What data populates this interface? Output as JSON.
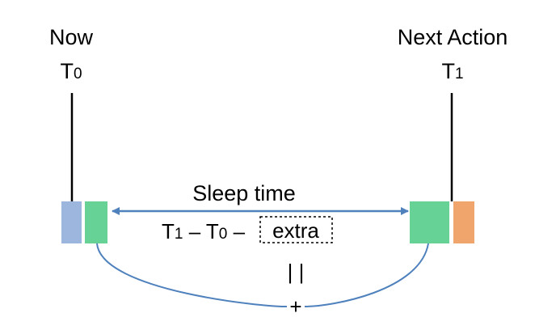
{
  "diagram": {
    "now_label": "Now",
    "now_time": "T",
    "now_time_sub": "0",
    "next_label": "Next Action",
    "next_time": "T",
    "next_time_sub": "1",
    "sleep_label": "Sleep time",
    "formula": {
      "t1": "T",
      "t1_sub": "1",
      "minus1": " – ",
      "t0": "T",
      "t0_sub": "0",
      "minus2": " –",
      "extra": "extra"
    },
    "equals_sign": "| |",
    "plus_sign": "+"
  },
  "colors": {
    "blue_block": "#9DB6DD",
    "green_block": "#66D296",
    "orange_block": "#F0A56C",
    "arrow": "#4F81BD",
    "curve": "#4F81BD",
    "line": "#000000"
  }
}
